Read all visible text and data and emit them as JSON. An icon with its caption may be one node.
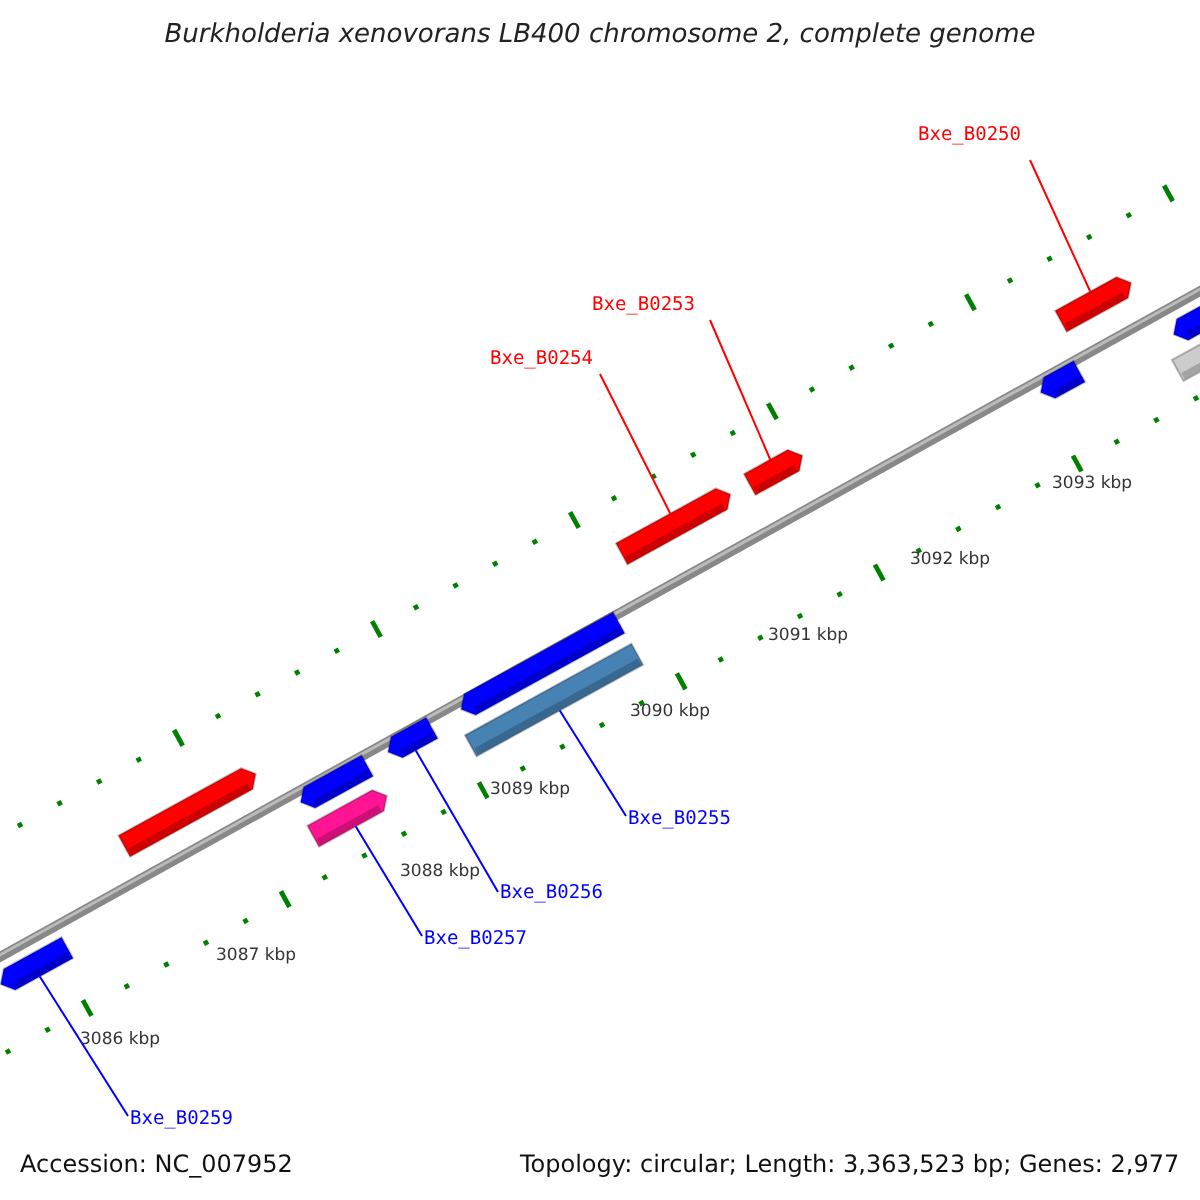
{
  "diagram": {
    "title": "Burkholderia xenovorans LB400 chromosome 2, complete genome",
    "nodes": [
      {
        "text": [
          "Bxe_B0250"
        ]
      },
      {
        "text": [
          "Bxe_B0253"
        ]
      },
      {
        "text": [
          "Bxe_B0254"
        ]
      },
      {
        "text": [
          "Bxe_B0255"
        ]
      },
      {
        "text": [
          "Bxe_B0256"
        ]
      },
      {
        "text": [
          "Bxe_B0257"
        ]
      },
      {
        "text": [
          "Bxe_B0259"
        ]
      },
      {
        "text": [],
        "shape": "bar"
      },
      {
        "text": [],
        "shape": "bar"
      },
      {
        "text": [],
        "shape": "bar"
      },
      {
        "text": [],
        "shape": "bar"
      },
      {
        "text": [],
        "shape": "bar"
      },
      {
        "text": [],
        "shape": "bar"
      },
      {
        "text": [],
        "shape": "bar"
      },
      {
        "text": [],
        "shape": "bar"
      },
      {
        "text": [],
        "shape": "bar"
      },
      {
        "text": [],
        "shape": "bar"
      },
      {
        "text": [],
        "shape": "bar"
      },
      {
        "text": [],
        "shape": "bar"
      },
      {
        "text": [],
        "shape": "bar"
      }
    ],
    "edges": [
      {
        "from": 0,
        "to": 17,
        "arrow": "none",
        "color": "#ff0000"
      },
      {
        "from": 1,
        "to": 15,
        "arrow": "none",
        "color": "#ff0000"
      },
      {
        "from": 2,
        "to": 14,
        "arrow": "none",
        "color": "#ff0000"
      },
      {
        "from": 3,
        "to": 13,
        "arrow": "none"
      },
      {
        "from": 4,
        "to": 11,
        "arrow": "none"
      },
      {
        "from": 5,
        "to": 10,
        "arrow": "none"
      },
      {
        "from": 6,
        "to": 7,
        "arrow": "none"
      }
    ],
    "labels": [
      "3093 kbp",
      "3092 kbp",
      "3091 kbp",
      "3090 kbp",
      "3089 kbp",
      "3088 kbp",
      "3087 kbp",
      "3086 kbp",
      "Accession: NC_007952",
      "Topology: circular; Length: 3,363,523 bp; Genes: 2,977"
    ]
  }
}
